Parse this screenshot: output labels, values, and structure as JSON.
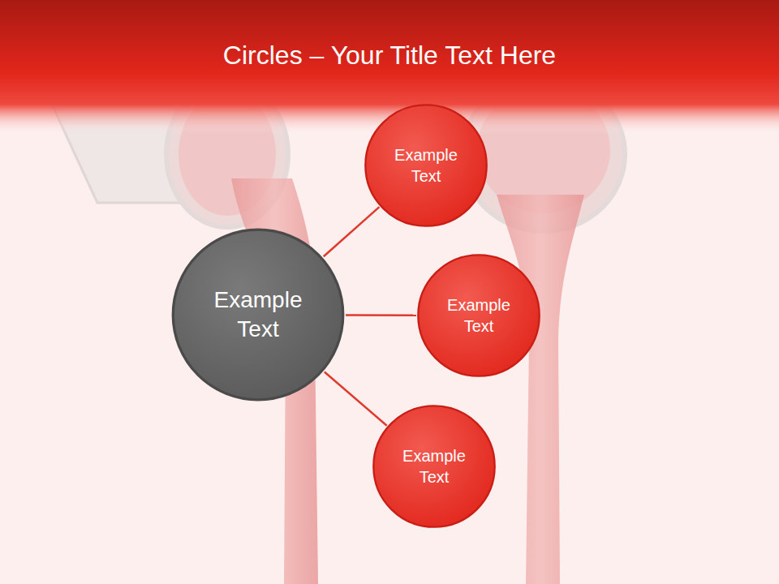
{
  "diagram": {
    "title": "Circles – Your Title Text Here",
    "nodes": [
      {
        "text": [
          "Example Text"
        ]
      },
      {
        "text": [
          "Example Text"
        ]
      },
      {
        "text": [
          "Example Text"
        ]
      },
      {
        "text": [
          "Example Text"
        ]
      }
    ],
    "edges": [
      {
        "from": 0,
        "to": 1,
        "arrow": "none"
      },
      {
        "from": 0,
        "to": 2,
        "arrow": "none"
      },
      {
        "from": 0,
        "to": 3,
        "arrow": "none"
      }
    ]
  }
}
